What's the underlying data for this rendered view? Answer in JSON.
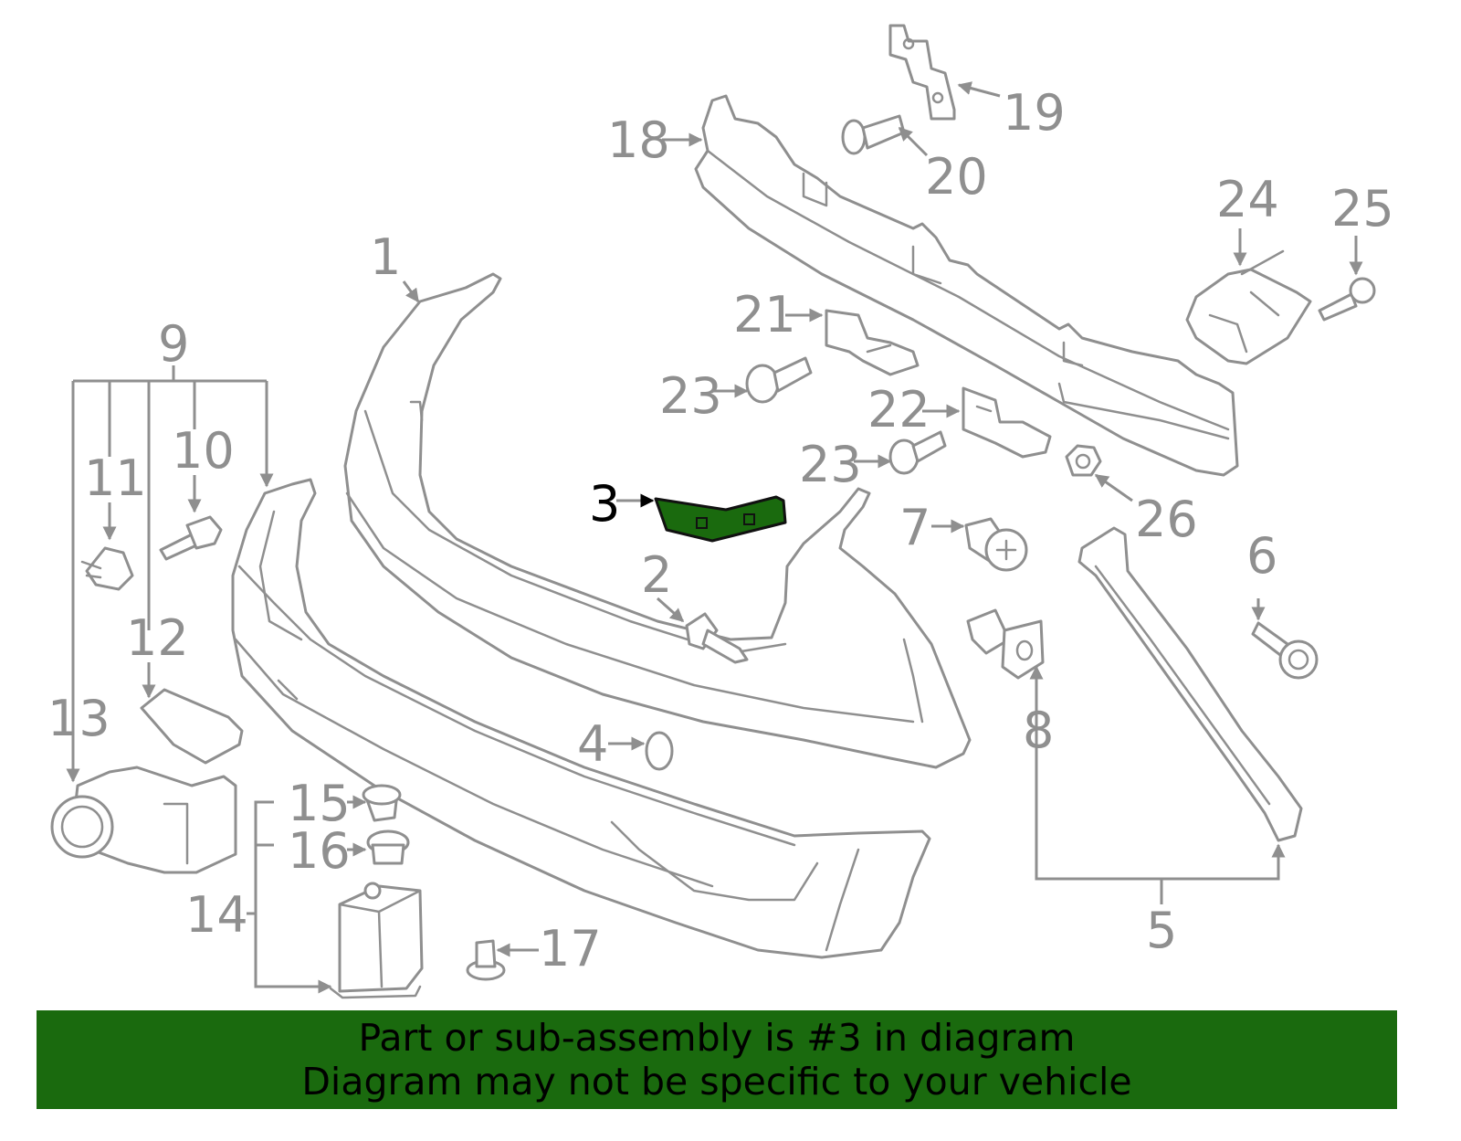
{
  "highlight_color": "#1a6a0e",
  "line_color": "#8f8f8f",
  "labels": {
    "p1": "1",
    "p2": "2",
    "p3": "3",
    "p4": "4",
    "p5": "5",
    "p6": "6",
    "p7": "7",
    "p8": "8",
    "p9": "9",
    "p10": "10",
    "p11": "11",
    "p12": "12",
    "p13": "13",
    "p14": "14",
    "p15": "15",
    "p16": "16",
    "p17": "17",
    "p18": "18",
    "p19": "19",
    "p20": "20",
    "p21": "21",
    "p22": "22",
    "p23a": "23",
    "p23b": "23",
    "p24": "24",
    "p25": "25",
    "p26": "26"
  },
  "banner": {
    "line1": "Part or sub-assembly is #3 in diagram",
    "line2": "Diagram may not be specific to your vehicle"
  }
}
